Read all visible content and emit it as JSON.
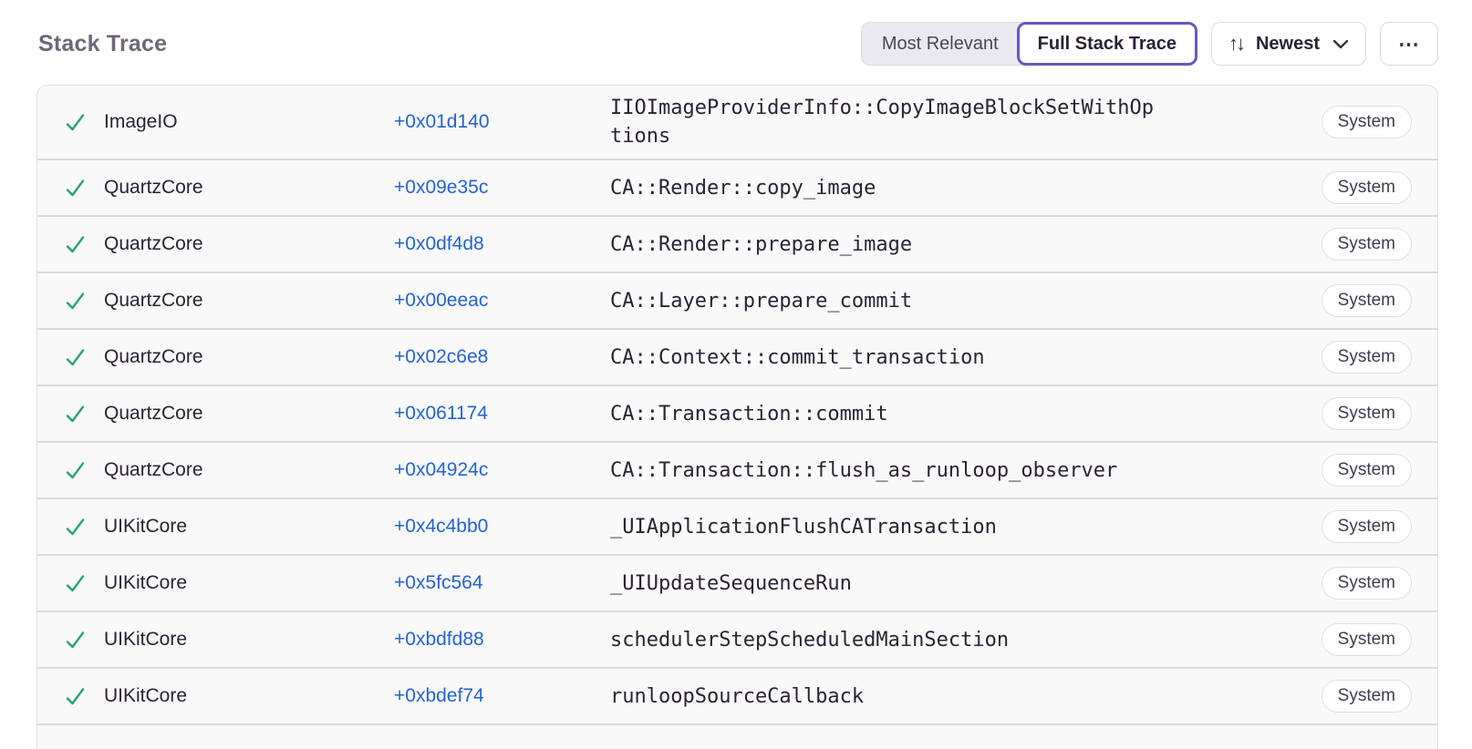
{
  "title": "Stack Trace",
  "toolbar": {
    "most_relevant_label": "Most Relevant",
    "full_stack_trace_label": "Full Stack Trace",
    "active_view": "Full Stack Trace",
    "sort_label": "Newest",
    "sort_icon_glyph": "↑↓",
    "more_label": "⋯"
  },
  "colors": {
    "accent_purple": "#6559C5",
    "link_blue": "#2562D4",
    "success_green": "#2BA172",
    "text_dark": "#2B2233",
    "title_gray": "#6D6779",
    "row_background": "#F9F9FA",
    "divider": "#DBDAE2",
    "border": "#DEDCE5"
  },
  "stack_trace": {
    "frames": [
      {
        "package": "ImageIO",
        "address": "+0x01d140",
        "function": "IIOImageProviderInfo::CopyImageBlockSetWithOptions",
        "badge": "System"
      },
      {
        "package": "QuartzCore",
        "address": "+0x09e35c",
        "function": "CA::Render::copy_image",
        "badge": "System"
      },
      {
        "package": "QuartzCore",
        "address": "+0x0df4d8",
        "function": "CA::Render::prepare_image",
        "badge": "System"
      },
      {
        "package": "QuartzCore",
        "address": "+0x00eeac",
        "function": "CA::Layer::prepare_commit",
        "badge": "System"
      },
      {
        "package": "QuartzCore",
        "address": "+0x02c6e8",
        "function": "CA::Context::commit_transaction",
        "badge": "System"
      },
      {
        "package": "QuartzCore",
        "address": "+0x061174",
        "function": "CA::Transaction::commit",
        "badge": "System"
      },
      {
        "package": "QuartzCore",
        "address": "+0x04924c",
        "function": "CA::Transaction::flush_as_runloop_observer",
        "badge": "System"
      },
      {
        "package": "UIKitCore",
        "address": "+0x4c4bb0",
        "function": "_UIApplicationFlushCATransaction",
        "badge": "System"
      },
      {
        "package": "UIKitCore",
        "address": "+0x5fc564",
        "function": "_UIUpdateSequenceRun",
        "badge": "System"
      },
      {
        "package": "UIKitCore",
        "address": "+0xbdfd88",
        "function": "schedulerStepScheduledMainSection",
        "badge": "System"
      },
      {
        "package": "UIKitCore",
        "address": "+0xbdef74",
        "function": "runloopSourceCallback",
        "badge": "System"
      }
    ]
  }
}
